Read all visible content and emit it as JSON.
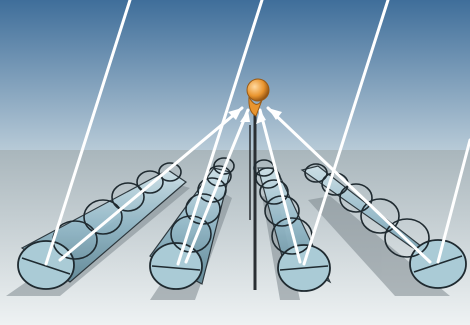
{
  "diagram": {
    "receiver_count": 1,
    "collector_rows": 4,
    "rings_per_row": 5,
    "colors": {
      "sky_top": "#3f6e9a",
      "sky_bottom": "#b7cad7",
      "ground_top": "#a9b6bc",
      "ground_bottom": "#e9eef0",
      "tube_fill": "#9cc1cf",
      "tube_stroke": "#1f2a30",
      "shadow": "#7f8a90",
      "receiver": "#f0a040",
      "receiver_dark": "#9a5a14",
      "tower": "#2a2f33",
      "ray": "#ffffff"
    }
  }
}
